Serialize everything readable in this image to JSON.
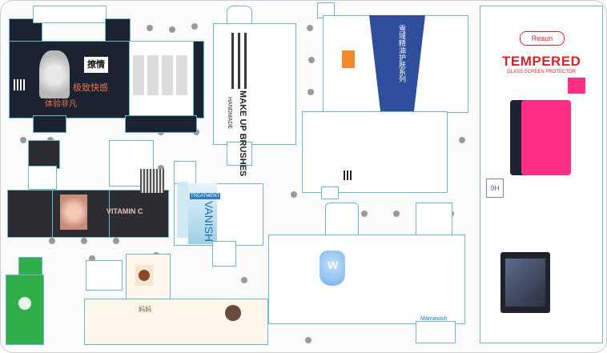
{
  "texts": {
    "condom_chinese_1": "撩情",
    "condom_chinese_2": "极致快感",
    "condom_chinese_3": "体验非凡",
    "brush_title": "MAKE UP BRUSHES",
    "brush_subtitle": "HANDMADE",
    "vitamin_text": "VITAMIN C",
    "vanish_brand": "VANISH",
    "vanish_sub": "TREATMENT",
    "tempered_brand": "Reaun",
    "tempered_title": "TEMPERED",
    "tempered_sub": "GLASS SCREEN PROTECTOR",
    "tempered_badge": "9H",
    "whitening_letter": "W",
    "whitening_brand": "Mamawish",
    "eyewear_chinese": "雪域精油护肤系列",
    "mom_chinese": "妈妈"
  },
  "colors": {
    "accent_pink": "#ff2f86",
    "navy": "#2f4e9c",
    "dark": "#1c2330",
    "green": "#2fae4a",
    "red_title": "#d3262c"
  }
}
